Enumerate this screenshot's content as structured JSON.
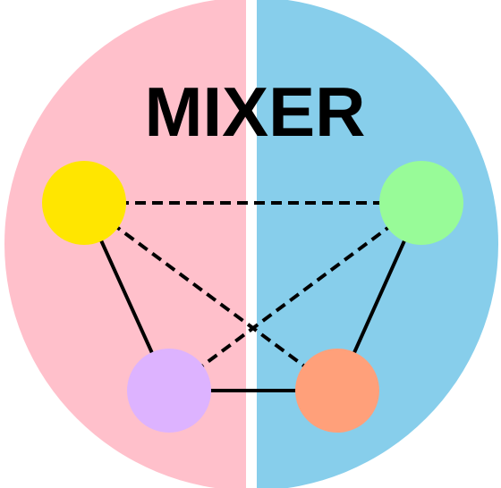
{
  "title": "MIXER",
  "colors": {
    "background": "#ffffff",
    "left_half": "#FFC0CB",
    "right_half": "#87CEEB",
    "divider": "#ffffff",
    "lines": "#000000"
  },
  "nodes": [
    {
      "id": "top-left",
      "color": "#FFE600"
    },
    {
      "id": "top-right",
      "color": "#98FB98"
    },
    {
      "id": "bottom-left",
      "color": "#DDB3FF"
    },
    {
      "id": "bottom-right",
      "color": "#FFA07A"
    }
  ],
  "edges": [
    {
      "from": "top-left",
      "to": "top-right",
      "style": "dashed"
    },
    {
      "from": "top-left",
      "to": "bottom-right",
      "style": "dashed"
    },
    {
      "from": "top-right",
      "to": "bottom-left",
      "style": "dashed"
    },
    {
      "from": "top-left",
      "to": "bottom-left",
      "style": "solid"
    },
    {
      "from": "top-right",
      "to": "bottom-right",
      "style": "solid"
    },
    {
      "from": "bottom-left",
      "to": "bottom-right",
      "style": "solid"
    }
  ]
}
